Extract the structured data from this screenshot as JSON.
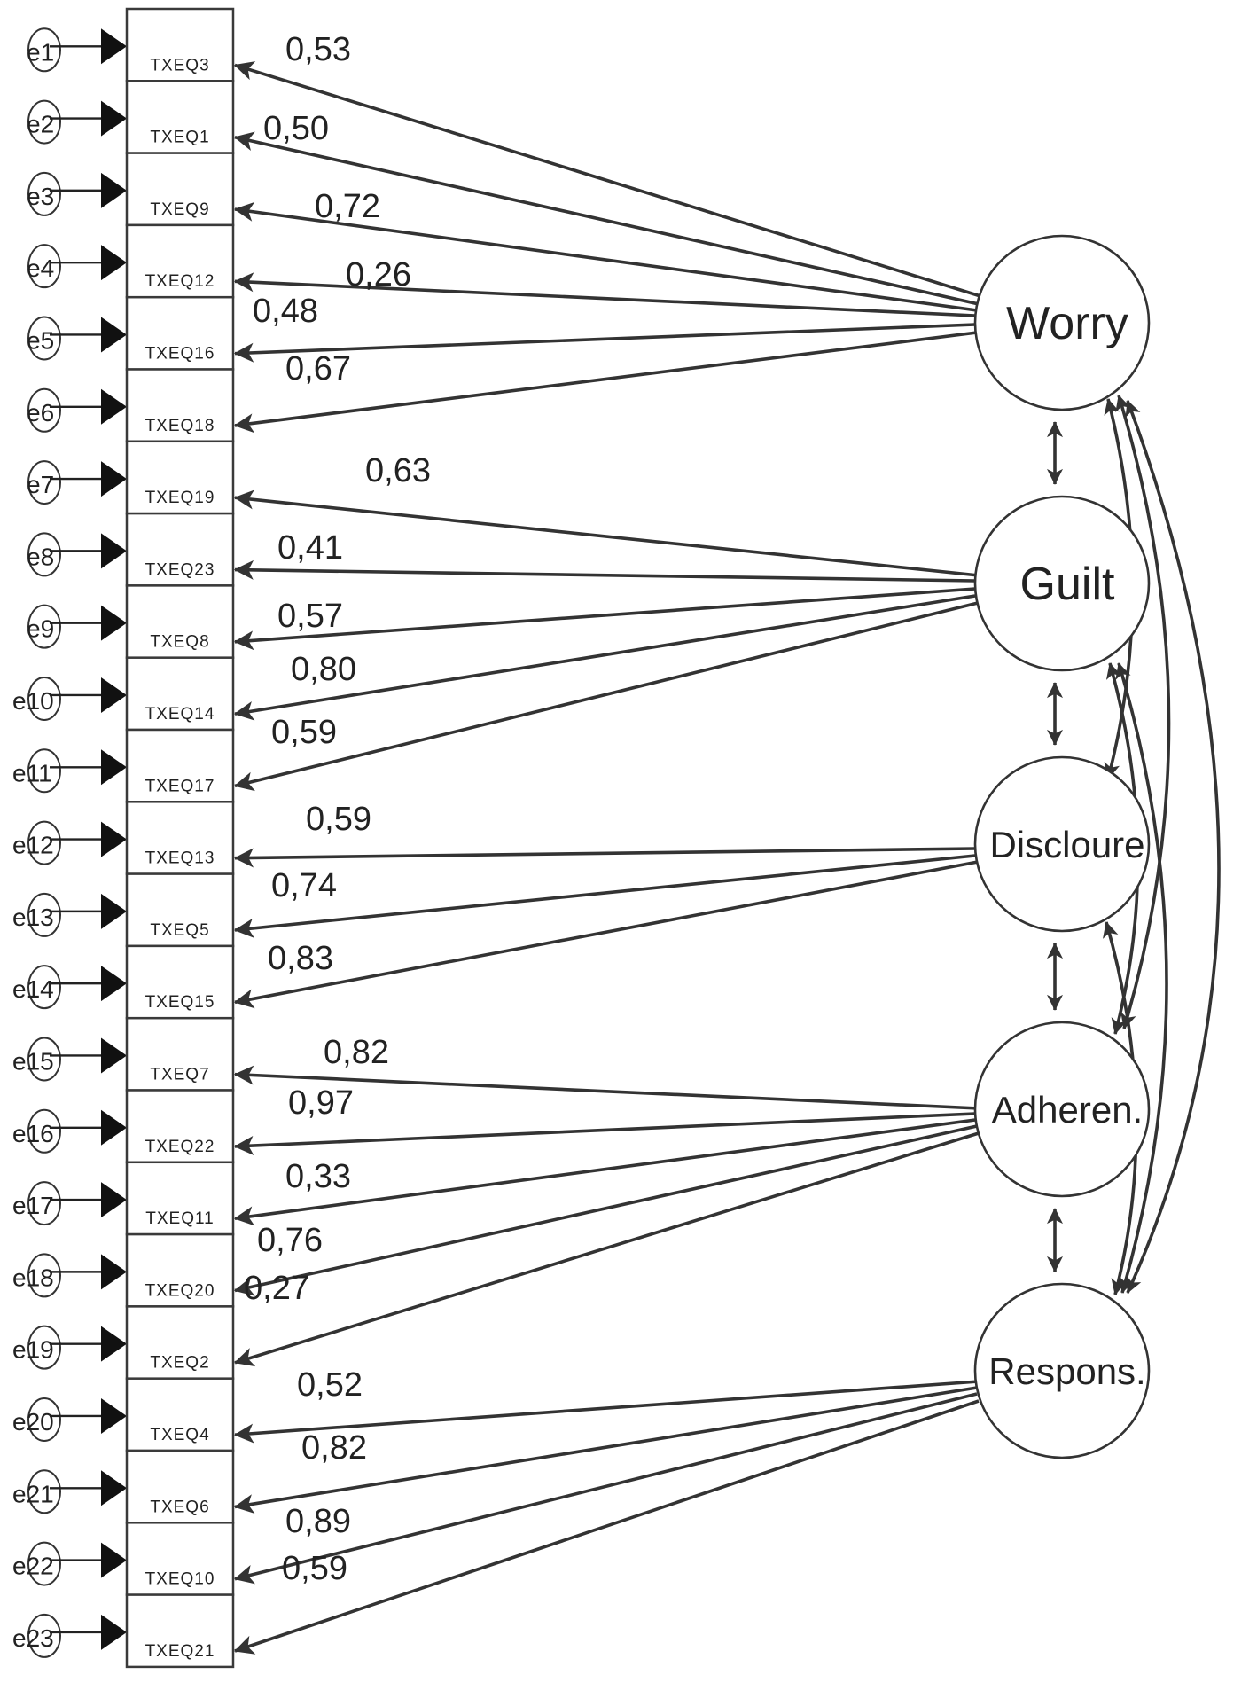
{
  "diagram": {
    "colors": {
      "line": "#333333",
      "background": "#ffffff",
      "text": "#222222"
    },
    "factors": [
      {
        "id": "F1",
        "label": "Worry"
      },
      {
        "id": "F2",
        "label": "Guilt"
      },
      {
        "id": "F3",
        "label": "Discloure"
      },
      {
        "id": "F4",
        "label": "Adheren."
      },
      {
        "id": "F5",
        "label": "Respons."
      }
    ],
    "indicators": [
      {
        "label": "TXEQ3",
        "error": "e1",
        "factor": "F1",
        "loading": "0,53"
      },
      {
        "label": "TXEQ1",
        "error": "e2",
        "factor": "F1",
        "loading": "0,50"
      },
      {
        "label": "TXEQ9",
        "error": "e3",
        "factor": "F1",
        "loading": "0,72"
      },
      {
        "label": "TXEQ12",
        "error": "e4",
        "factor": "F1",
        "loading": "0,26"
      },
      {
        "label": "TXEQ16",
        "error": "e5",
        "factor": "F1",
        "loading": "0,48"
      },
      {
        "label": "TXEQ18",
        "error": "e6",
        "factor": "F1",
        "loading": "0,67"
      },
      {
        "label": "TXEQ19",
        "error": "e7",
        "factor": "F2",
        "loading": "0,63"
      },
      {
        "label": "TXEQ23",
        "error": "e8",
        "factor": "F2",
        "loading": "0,41"
      },
      {
        "label": "TXEQ8",
        "error": "e9",
        "factor": "F2",
        "loading": "0,57"
      },
      {
        "label": "TXEQ14",
        "error": "e10",
        "factor": "F2",
        "loading": "0,80"
      },
      {
        "label": "TXEQ17",
        "error": "e11",
        "factor": "F2",
        "loading": "0,59"
      },
      {
        "label": "TXEQ13",
        "error": "e12",
        "factor": "F3",
        "loading": "0,59"
      },
      {
        "label": "TXEQ5",
        "error": "e13",
        "factor": "F3",
        "loading": "0,74"
      },
      {
        "label": "TXEQ15",
        "error": "e14",
        "factor": "F3",
        "loading": "0,83"
      },
      {
        "label": "TXEQ7",
        "error": "e15",
        "factor": "F4",
        "loading": "0,82"
      },
      {
        "label": "TXEQ22",
        "error": "e16",
        "factor": "F4",
        "loading": "0,97"
      },
      {
        "label": "TXEQ11",
        "error": "e17",
        "factor": "F4",
        "loading": "0,33"
      },
      {
        "label": "TXEQ20",
        "error": "e18",
        "factor": "F4",
        "loading": "0,76"
      },
      {
        "label": "TXEQ2",
        "error": "e19",
        "factor": "F4",
        "loading": "0,27"
      },
      {
        "label": "TXEQ4",
        "error": "e20",
        "factor": "F5",
        "loading": "0,52"
      },
      {
        "label": "TXEQ6",
        "error": "e21",
        "factor": "F5",
        "loading": "0,82"
      },
      {
        "label": "TXEQ10",
        "error": "e22",
        "factor": "F5",
        "loading": "0,89"
      },
      {
        "label": "TXEQ21",
        "error": "e23",
        "factor": "F5",
        "loading": "0,59"
      }
    ],
    "correlations": [
      [
        "F1",
        "F2"
      ],
      [
        "F2",
        "F3"
      ],
      [
        "F3",
        "F4"
      ],
      [
        "F4",
        "F5"
      ],
      [
        "F1",
        "F3"
      ],
      [
        "F1",
        "F4"
      ],
      [
        "F1",
        "F5"
      ],
      [
        "F2",
        "F4"
      ],
      [
        "F2",
        "F5"
      ],
      [
        "F3",
        "F5"
      ]
    ]
  }
}
